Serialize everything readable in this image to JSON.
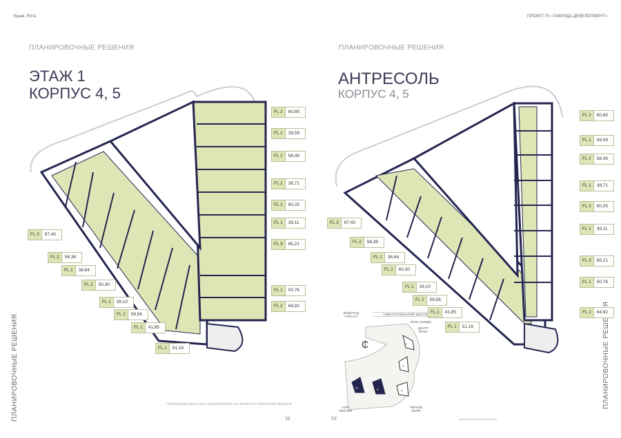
{
  "header": {
    "location": "Крым, Ялта",
    "project": "ПРОЕКТ ГК «ТАВРИДА ДЕВЕЛОПМЕНТ»"
  },
  "left_page": {
    "section": "ПЛАНИРОВОЧНЫЕ РЕШЕНИЯ",
    "title_line1": "ЭТАЖ 1",
    "title_line2": "КОРПУС 4, 5",
    "vertical_label": "ПЛАНИРОВОЧНЫЕ РЕШЕНИЯ",
    "disclaimer": "Планировки даны для ознакомления, не являются публичной офертой",
    "page_number": "58",
    "units": [
      {
        "fl": "FL 2",
        "area": "60,85"
      },
      {
        "fl": "FL 1",
        "area": "39,59"
      },
      {
        "fl": "FL 2",
        "area": "58,49"
      },
      {
        "fl": "FL 1",
        "area": "38,71"
      },
      {
        "fl": "FL 2",
        "area": "60,25"
      },
      {
        "fl": "FL 1",
        "area": "39,11"
      },
      {
        "fl": "FL 3",
        "area": "85,21"
      },
      {
        "fl": "FL 1",
        "area": "50,76"
      },
      {
        "fl": "FL 2",
        "area": "64,92"
      },
      {
        "fl": "FL 3",
        "area": "87,43"
      },
      {
        "fl": "FL 2",
        "area": "58,38"
      },
      {
        "fl": "FL 1",
        "area": "38,64"
      },
      {
        "fl": "FL 2",
        "area": "60,30"
      },
      {
        "fl": "FL 1",
        "area": "39,10"
      },
      {
        "fl": "FL 2",
        "area": "58,56"
      },
      {
        "fl": "FL 1",
        "area": "41,85"
      },
      {
        "fl": "FL 1",
        "area": "51,16"
      }
    ]
  },
  "right_page": {
    "section": "ПЛАНИРОВОЧНЫЕ РЕШЕНИЯ",
    "title_line1": "АНТРЕСОЛЬ",
    "title_line2": "КОРПУС 4, 5",
    "vertical_label": "ПЛАНИРОВОЧНЫЕ РЕШЕНИЯ",
    "page_number": "59",
    "units": [
      {
        "fl": "FL 2",
        "area": "60,85"
      },
      {
        "fl": "FL 1",
        "area": "39,59"
      },
      {
        "fl": "FL 2",
        "area": "58,49"
      },
      {
        "fl": "FL 1",
        "area": "38,71"
      },
      {
        "fl": "FL 2",
        "area": "60,25"
      },
      {
        "fl": "FL 1",
        "area": "39,11"
      },
      {
        "fl": "FL 3",
        "area": "85,21"
      },
      {
        "fl": "FL 1",
        "area": "50,76"
      },
      {
        "fl": "FL 2",
        "area": "64,92"
      },
      {
        "fl": "FL 3",
        "area": "87,43"
      },
      {
        "fl": "FL 2",
        "area": "58,38"
      },
      {
        "fl": "FL 1",
        "area": "38,64"
      },
      {
        "fl": "FL 2",
        "area": "60,30"
      },
      {
        "fl": "FL 1",
        "area": "39,10"
      },
      {
        "fl": "FL 2",
        "area": "58,56"
      },
      {
        "fl": "FL 1",
        "area": "41,85"
      },
      {
        "fl": "FL 1",
        "area": "51,16"
      }
    ],
    "site_map": {
      "road": "СЕВАСТОПОЛЬСКОЕ ШОССЕ",
      "waterfall": "ВОДОПАД УЧАН-СУ",
      "entry": "ЗОНА ЗАЕЗДА",
      "center": "ЦЕНТР ЯЛТЫ",
      "mountain": "ГОРА МОГАБИ",
      "sea": "ЧЕРНОЕ МОРЕ",
      "buildings": [
        "1",
        "2",
        "3",
        "4",
        "5"
      ]
    }
  },
  "colors": {
    "plan_fill": "#dfe6b6",
    "wall": "#23254f",
    "accent": "#3a3a55"
  }
}
